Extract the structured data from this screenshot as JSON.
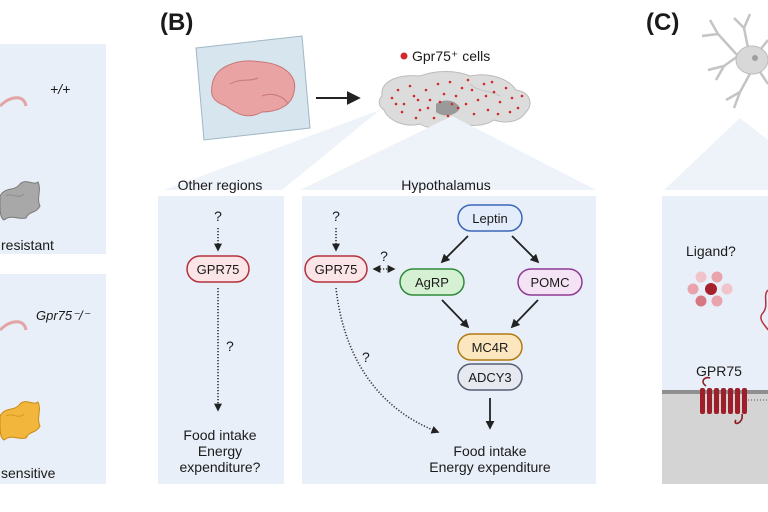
{
  "colors": {
    "panel_bg": "#e9eff8",
    "outline_panel_bg": "#eef3fa",
    "gpr75_fill": "#fbe5e7",
    "gpr75_stroke": "#b3313c",
    "leptin_fill": "#e3ecfb",
    "leptin_stroke": "#3b66b7",
    "agrp_fill": "#d6f0d4",
    "agrp_stroke": "#2e8b3a",
    "pomc_fill": "#f3e3f4",
    "pomc_stroke": "#8e3a92",
    "mc4r_fill": "#fbe6bf",
    "mc4r_stroke": "#b07a12",
    "adcy3_fill": "#e6e9f0",
    "adcy3_stroke": "#565f74",
    "cell_dot": "#d12a2a"
  },
  "panel_a": {
    "genotype_top": "+/+",
    "status_top": "resistant",
    "genotype_bottom": "Gpr75⁻/⁻",
    "status_bottom": "sensitive"
  },
  "panel_b": {
    "label": "(B)",
    "legend": "Gpr75⁺ cells",
    "other_regions": {
      "title": "Other regions",
      "question_top": "?",
      "node": "GPR75",
      "question_mid": "?",
      "outcome_line1": "Food intake",
      "outcome_line2": "Energy",
      "outcome_line3": "expenditure?"
    },
    "hypothalamus": {
      "title": "Hypothalamus",
      "question_top": "?",
      "gpr75": "GPR75",
      "question_link": "?",
      "leptin": "Leptin",
      "agrp": "AgRP",
      "pomc": "POMC",
      "mc4r": "MC4R",
      "adcy3": "ADCY3",
      "question_curve": "?",
      "outcome_line1": "Food intake",
      "outcome_line2": "Energy expenditure"
    }
  },
  "panel_c": {
    "label": "(C)",
    "ligand": "Ligand?",
    "receptor": "GPR75"
  },
  "icons": {
    "brain_slice": "sagittal-brain-slice",
    "brain_section": "brain-section-with-gpr75-cells",
    "neuron": "neuron-icon",
    "mouse": "mouse-icon",
    "adipose": "adipose-tissue-icon"
  }
}
